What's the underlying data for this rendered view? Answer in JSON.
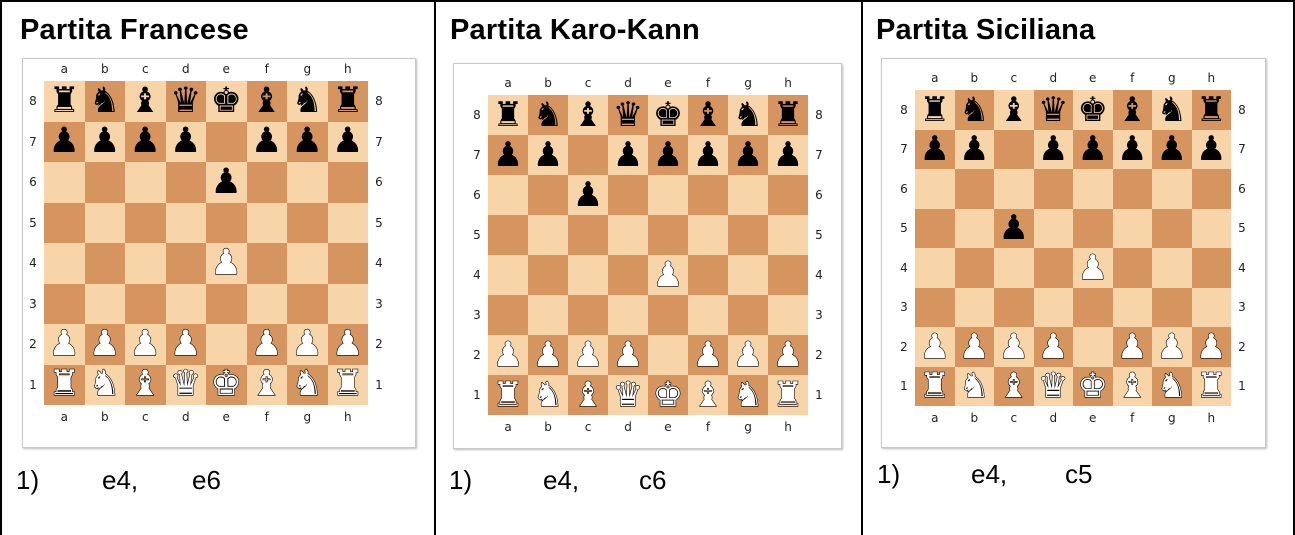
{
  "openings": [
    {
      "title": "Partita Francese",
      "move_number": "1)",
      "white_move": "e4,",
      "black_move": "e6",
      "position": [
        "rnbqkbnr",
        "pppp.ppp",
        "....p...",
        "........",
        "....P...",
        "........",
        "PPPP.PPP",
        "RNBQKBNR"
      ]
    },
    {
      "title": "Partita Karo-Kann",
      "move_number": "1)",
      "white_move": "e4,",
      "black_move": "c6",
      "position": [
        "rnbqkbnr",
        "pp.ppppp",
        "..p.....",
        "........",
        "....P...",
        "........",
        "PPPP.PPP",
        "RNBQKBNR"
      ]
    },
    {
      "title": "Partita Siciliana",
      "move_number": "1)",
      "white_move": "e4,",
      "black_move": "c5",
      "position": [
        "rnbqkbnr",
        "pp.ppppp",
        "........",
        "..p.....",
        "....P...",
        "........",
        "PPPP.PPP",
        "RNBQKBNR"
      ]
    }
  ],
  "files": [
    "a",
    "b",
    "c",
    "d",
    "e",
    "f",
    "g",
    "h"
  ],
  "ranks": [
    "8",
    "7",
    "6",
    "5",
    "4",
    "3",
    "2",
    "1"
  ],
  "colors": {
    "light_square": "#f8d4a9",
    "dark_square": "#d6955f",
    "border": "#000000"
  },
  "piece_icons": {
    "k": "black-king-icon",
    "q": "black-queen-icon",
    "r": "black-rook-icon",
    "b": "black-bishop-icon",
    "n": "black-knight-icon",
    "p": "black-pawn-icon",
    "K": "white-king-icon",
    "Q": "white-queen-icon",
    "R": "white-rook-icon",
    "B": "white-bishop-icon",
    "N": "white-knight-icon",
    "P": "white-pawn-icon"
  }
}
